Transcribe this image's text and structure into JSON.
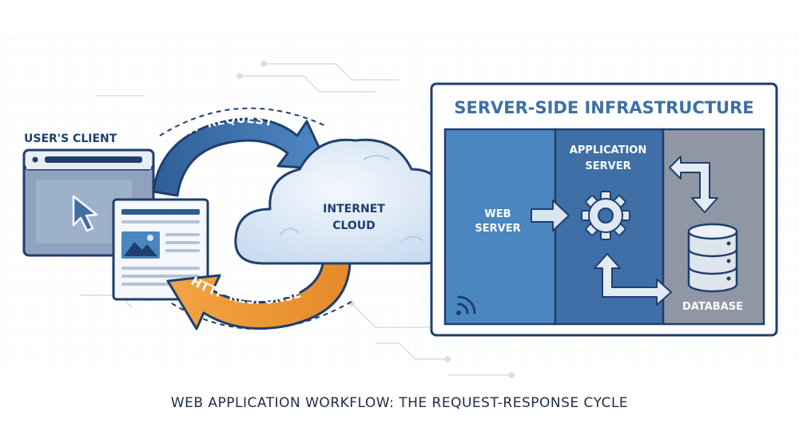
{
  "client": {
    "label": "User's Client"
  },
  "flows": {
    "request_label": "HTTP Request",
    "response_label": "HTTP Response"
  },
  "cloud": {
    "line1": "Internet",
    "line2": "Cloud"
  },
  "infrastructure": {
    "title": "Server-Side Infrastructure",
    "web_server_line1": "Web",
    "web_server_line2": "Server",
    "app_server_line1": "Application",
    "app_server_line2": "Server",
    "database_label": "Database"
  },
  "caption": "WEB APPLICATION WORKFLOW: THE REQUEST-RESPONSE CYCLE",
  "colors": {
    "navy": "#1f3f6e",
    "blue": "#4a86c0",
    "blue_mid": "#3f6fa6",
    "blue_dark": "#2d5d95",
    "orange": "#f0a043",
    "gray": "#8e97a3",
    "cloud": "#dce9f6"
  }
}
